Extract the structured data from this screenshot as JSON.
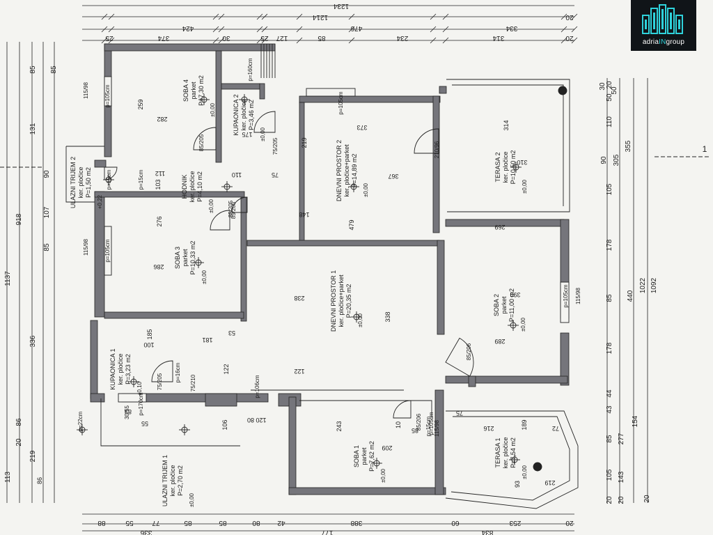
{
  "brand": {
    "logo_name": "building-logo-icon",
    "text_prefix": "adria",
    "text_highlight": "IN",
    "text_suffix": "group",
    "accent_color": "#2fd3dc"
  },
  "colors": {
    "wall": "#75757b",
    "line": "#222222",
    "paper": "#f4f4f1"
  },
  "rooms": {
    "soba4": {
      "name": "SOBA 4",
      "floor": "parket",
      "area": "P=7,30 m2",
      "level": "±0,00"
    },
    "kupaonica2": {
      "name": "KUPAONICA 2",
      "floor": "ker. pločice",
      "area": "P=3,46 m2",
      "level": "±0,00"
    },
    "dnevni2": {
      "name": "DNEVNI PROSTOR 2",
      "floor": "ker. pločice+parket",
      "area": "P=14,89 m2",
      "level": "±0,00"
    },
    "terasa2": {
      "name": "TERASA 2",
      "floor": "ker. pločice",
      "area": "P=10,50 m2",
      "level": "±0,00"
    },
    "ulazni2": {
      "name": "ULAZNI TRIJEM 2",
      "floor": "ker. pločice",
      "area": "P=1,50 m2",
      "level": "+0,22"
    },
    "hodnik": {
      "name": "HODNIK",
      "floor": "ker. pločice",
      "area": "P=4,10 m2",
      "level": "±0,00"
    },
    "soba3": {
      "name": "SOBA 3",
      "floor": "parket",
      "area": "P=10,33 m2",
      "level": "±0,00"
    },
    "dnevni1": {
      "name": "DNEVNI PROSTOR 1",
      "floor": "ker. pločice+parket",
      "area": "P=20,35 m2",
      "level": "±0,00"
    },
    "soba2": {
      "name": "SOBA 2",
      "floor": "parket",
      "area": "P=11,00 m2",
      "level": "±0,00"
    },
    "kupaonica1": {
      "name": "KUPAONICA 1",
      "floor": "ker. pločice",
      "area": "P=3,23 m2",
      "level": "+0,10"
    },
    "soba1": {
      "name": "SOBA 1",
      "floor": "parket",
      "area": "P=7,62 m2",
      "level": "±0,00"
    },
    "terasa1": {
      "name": "TERASA 1",
      "floor": "ker. pločice",
      "area": "P=7,54 m2",
      "level": "±0,00"
    },
    "ulazni1": {
      "name": "ULAZNI TRIJEM 1",
      "floor": "ker. pločice",
      "area": "P=2,70 m2",
      "level": "±0,00"
    }
  },
  "dims": {
    "top": {
      "r1": "1234",
      "r2": "1214",
      "r2b": "20",
      "r3": [
        "424",
        "476",
        "334"
      ],
      "r4": [
        "25",
        "374",
        "30",
        "25",
        "127",
        "85",
        "234",
        "314",
        "20"
      ]
    },
    "left": {
      "outer": "1137",
      "mid": "918",
      "r3": [
        "85",
        "131",
        "90",
        "107",
        "85",
        "336",
        "86",
        "20",
        "219"
      ],
      "r4": [
        "85",
        "113"
      ]
    },
    "right": {
      "outer": "1092",
      "r2": [
        "355",
        "1022"
      ],
      "r3": [
        "50",
        "305",
        "440",
        "154"
      ],
      "r4": [
        "20",
        "50",
        "110",
        "90",
        "105",
        "178",
        "85",
        "178",
        "44",
        "43",
        "85",
        "105",
        "20",
        "277",
        "143",
        "20"
      ],
      "r5": [
        "30",
        "20"
      ]
    },
    "bottom": {
      "r1": [
        "88",
        "55",
        "77",
        "85",
        "85",
        "80",
        "42",
        "388",
        "60",
        "253",
        "20"
      ],
      "r2": [
        "336",
        "177",
        "834"
      ]
    },
    "interior": [
      "259",
      "282",
      "175",
      "219",
      "373",
      "367",
      "314",
      "310",
      "112",
      "103",
      "110",
      "75",
      "276",
      "286",
      "148",
      "479",
      "269",
      "238",
      "338",
      "390",
      "181",
      "185",
      "100",
      "53",
      "122",
      "122",
      "289",
      "243",
      "209",
      "216",
      "189",
      "72",
      "219",
      "106",
      "80",
      "120",
      "10",
      "85",
      "75",
      "93",
      "83",
      "55",
      "86"
    ],
    "openings": [
      "p=105cm",
      "p=105cm",
      "p=105cm",
      "p=105cm",
      "p=160cm",
      "p=105cm",
      "p=15cm",
      "p=15cm",
      "p=22cm",
      "p=16cm",
      "p=170cm",
      "p=106cm",
      "p=15cm"
    ],
    "door_sizes": [
      "85/205",
      "75/205",
      "85/205",
      "75/205",
      "210/96",
      "85/206",
      "75/210",
      "85/206",
      "85/205"
    ],
    "window_sizes": [
      "115/98",
      "115/98",
      "115/98",
      "115/98",
      "30/55"
    ],
    "section_mark": "1"
  }
}
